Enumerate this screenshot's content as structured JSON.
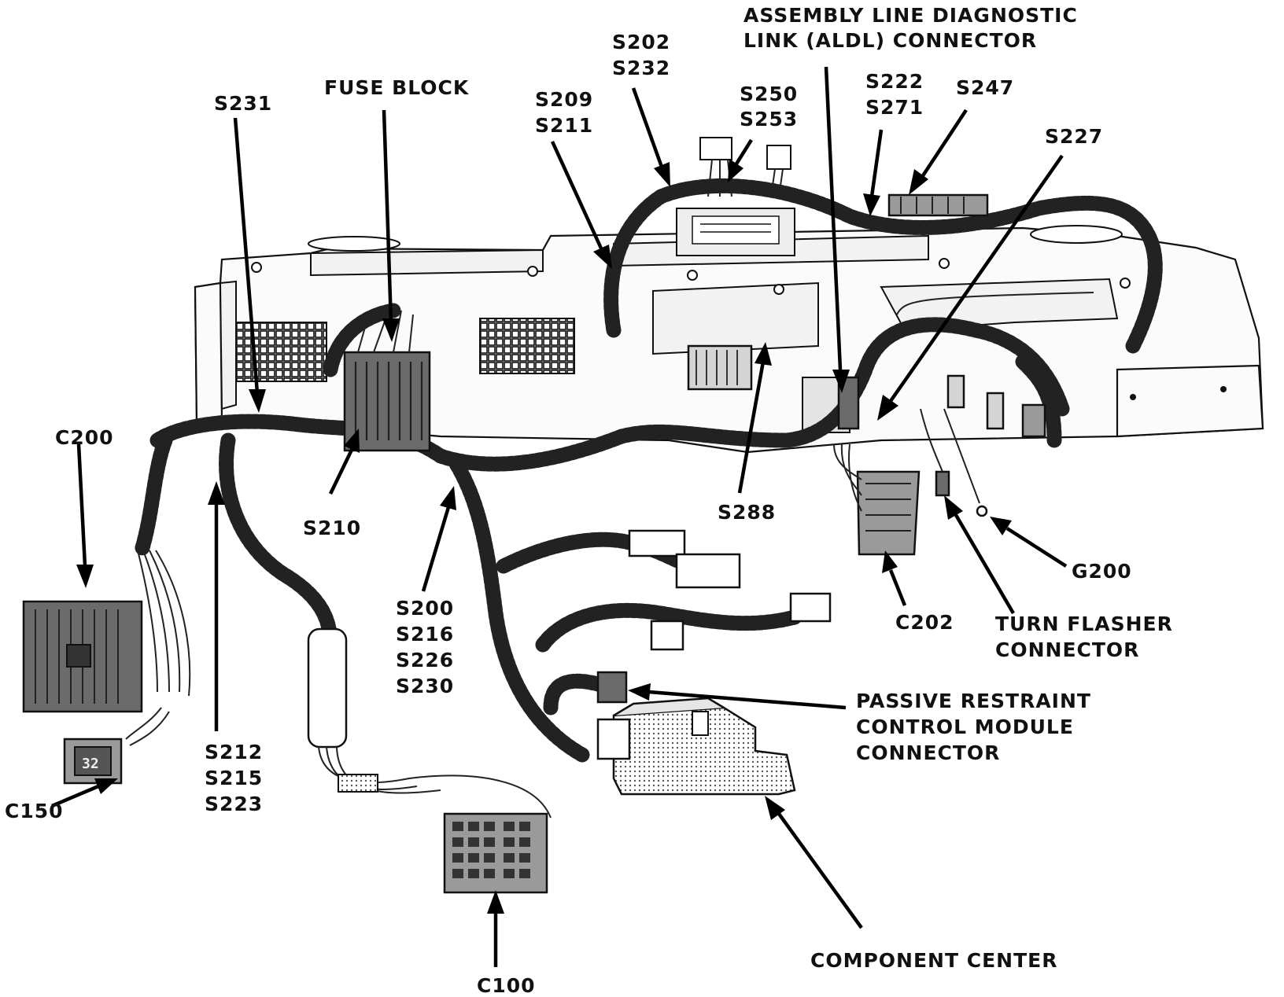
{
  "diagram": {
    "labels": {
      "aldl": [
        "ASSEMBLY LINE DIAGNOSTIC",
        "LINK (ALDL) CONNECTOR"
      ],
      "fuse_block": "FUSE BLOCK",
      "s231": "S231",
      "s202_s232": [
        "S202",
        "S232"
      ],
      "s209_s211": [
        "S209",
        "S211"
      ],
      "s250_s253": [
        "S250",
        "S253"
      ],
      "s222_s271": [
        "S222",
        "S271"
      ],
      "s247": "S247",
      "s227": "S227",
      "c200": "C200",
      "s210": "S210",
      "s288": "S288",
      "s200_group": [
        "S200",
        "S216",
        "S226",
        "S230"
      ],
      "g200": "G200",
      "c202": "C202",
      "turn_flasher": [
        "TURN FLASHER",
        "CONNECTOR"
      ],
      "passive_restraint": [
        "PASSIVE RESTRAINT",
        "CONTROL MODULE",
        "CONNECTOR"
      ],
      "s212_group": [
        "S212",
        "S215",
        "S223"
      ],
      "c150": "C150",
      "component_center": "COMPONENT CENTER",
      "c100": "C100"
    },
    "connector_markings": {
      "c150": "32"
    }
  }
}
